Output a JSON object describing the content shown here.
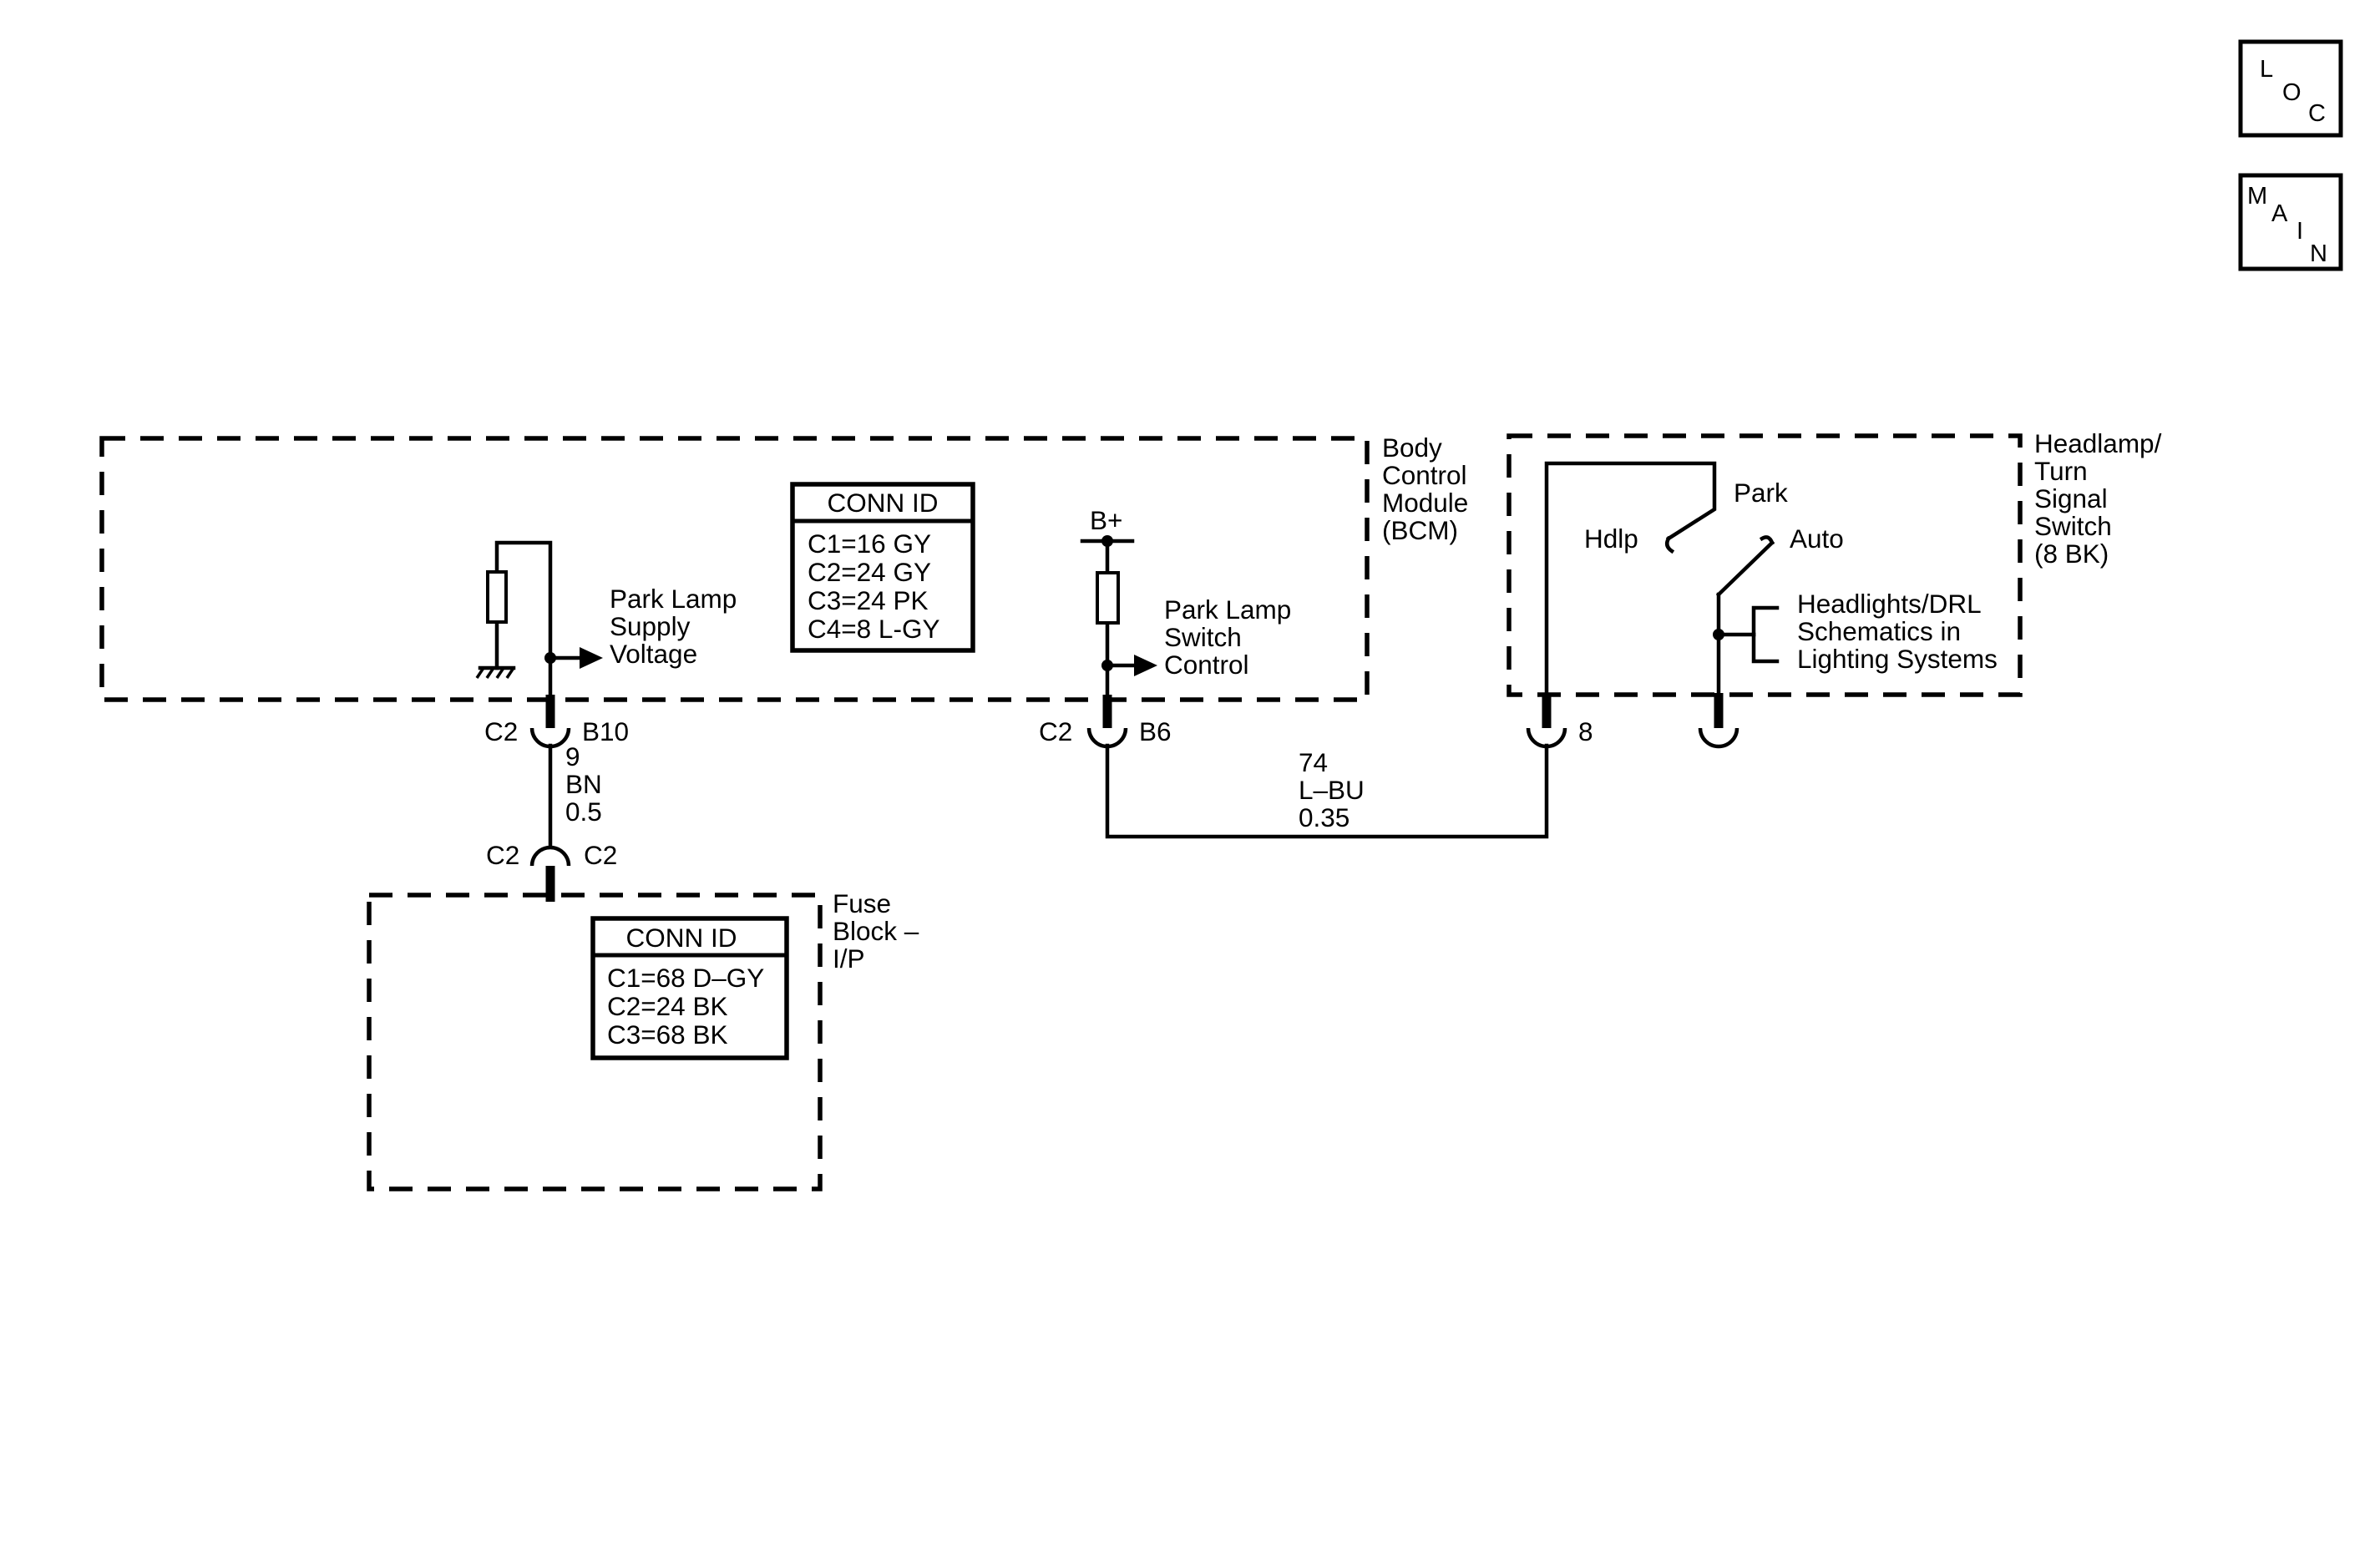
{
  "nav": {
    "loc": {
      "letters": [
        "L",
        "O",
        "C"
      ]
    },
    "main": {
      "letters": [
        "M",
        "A",
        "I",
        "N"
      ]
    }
  },
  "bcm": {
    "label_lines": [
      "Body",
      "Control",
      "Module",
      "(BCM)"
    ],
    "conn_id": {
      "title": "CONN ID",
      "rows": [
        "C1=16 GY",
        "C2=24 GY",
        "C3=24 PK",
        "C4=8 L-GY"
      ]
    },
    "supply_label": [
      "Park Lamp",
      "Supply",
      "Voltage"
    ],
    "switch_label": [
      "Park Lamp",
      "Switch",
      "Control"
    ],
    "bplus": "B+"
  },
  "headlamp_switch": {
    "label_lines": [
      "Headlamp/",
      "Turn",
      "Signal",
      "Switch",
      "(8 BK)"
    ],
    "positions": {
      "park": "Park",
      "hdlp": "Hdlp",
      "auto": "Auto"
    },
    "reference": [
      "Headlights/DRL",
      "Schematics in",
      "Lighting Systems"
    ]
  },
  "fuse_block": {
    "label_lines": [
      "Fuse",
      "Block –",
      "I/P"
    ],
    "conn_id": {
      "title": "CONN ID",
      "rows": [
        "C1=68 D–GY",
        "C2=24 BK",
        "C3=68 BK"
      ]
    }
  },
  "connectors": {
    "bcm_b10": {
      "conn": "C2",
      "pin": "B10"
    },
    "bcm_b6": {
      "conn": "C2",
      "pin": "B6"
    },
    "switch_8": {
      "pin": "8"
    },
    "fuse_c2": {
      "left": "C2",
      "right": "C2"
    }
  },
  "wires": {
    "w9": {
      "circuit": "9",
      "color": "BN",
      "gauge": "0.5"
    },
    "w74": {
      "circuit": "74",
      "color": "L–BU",
      "gauge": "0.35"
    }
  }
}
